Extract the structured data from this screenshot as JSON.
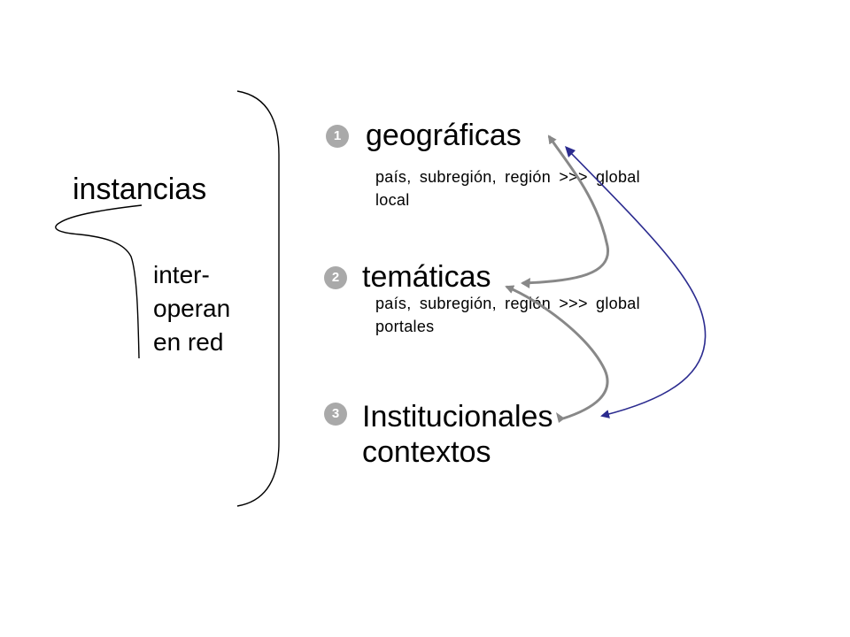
{
  "left": {
    "title": "instancias",
    "note": [
      "inter-",
      "operan",
      "en  red"
    ]
  },
  "items": [
    {
      "number": "1",
      "heading": "geográficas",
      "sub": [
        "país, subregión, región >>> global",
        "local"
      ]
    },
    {
      "number": "2",
      "heading": "temáticas",
      "sub": [
        "país, subregión, región >>> global",
        "portales"
      ]
    },
    {
      "number": "3",
      "heading": [
        "Institucionales",
        "contextos"
      ]
    }
  ],
  "colors": {
    "badge": "#a9a9a9",
    "gray_arrow": "#888888",
    "blue_arrow": "#2b2b8f"
  }
}
